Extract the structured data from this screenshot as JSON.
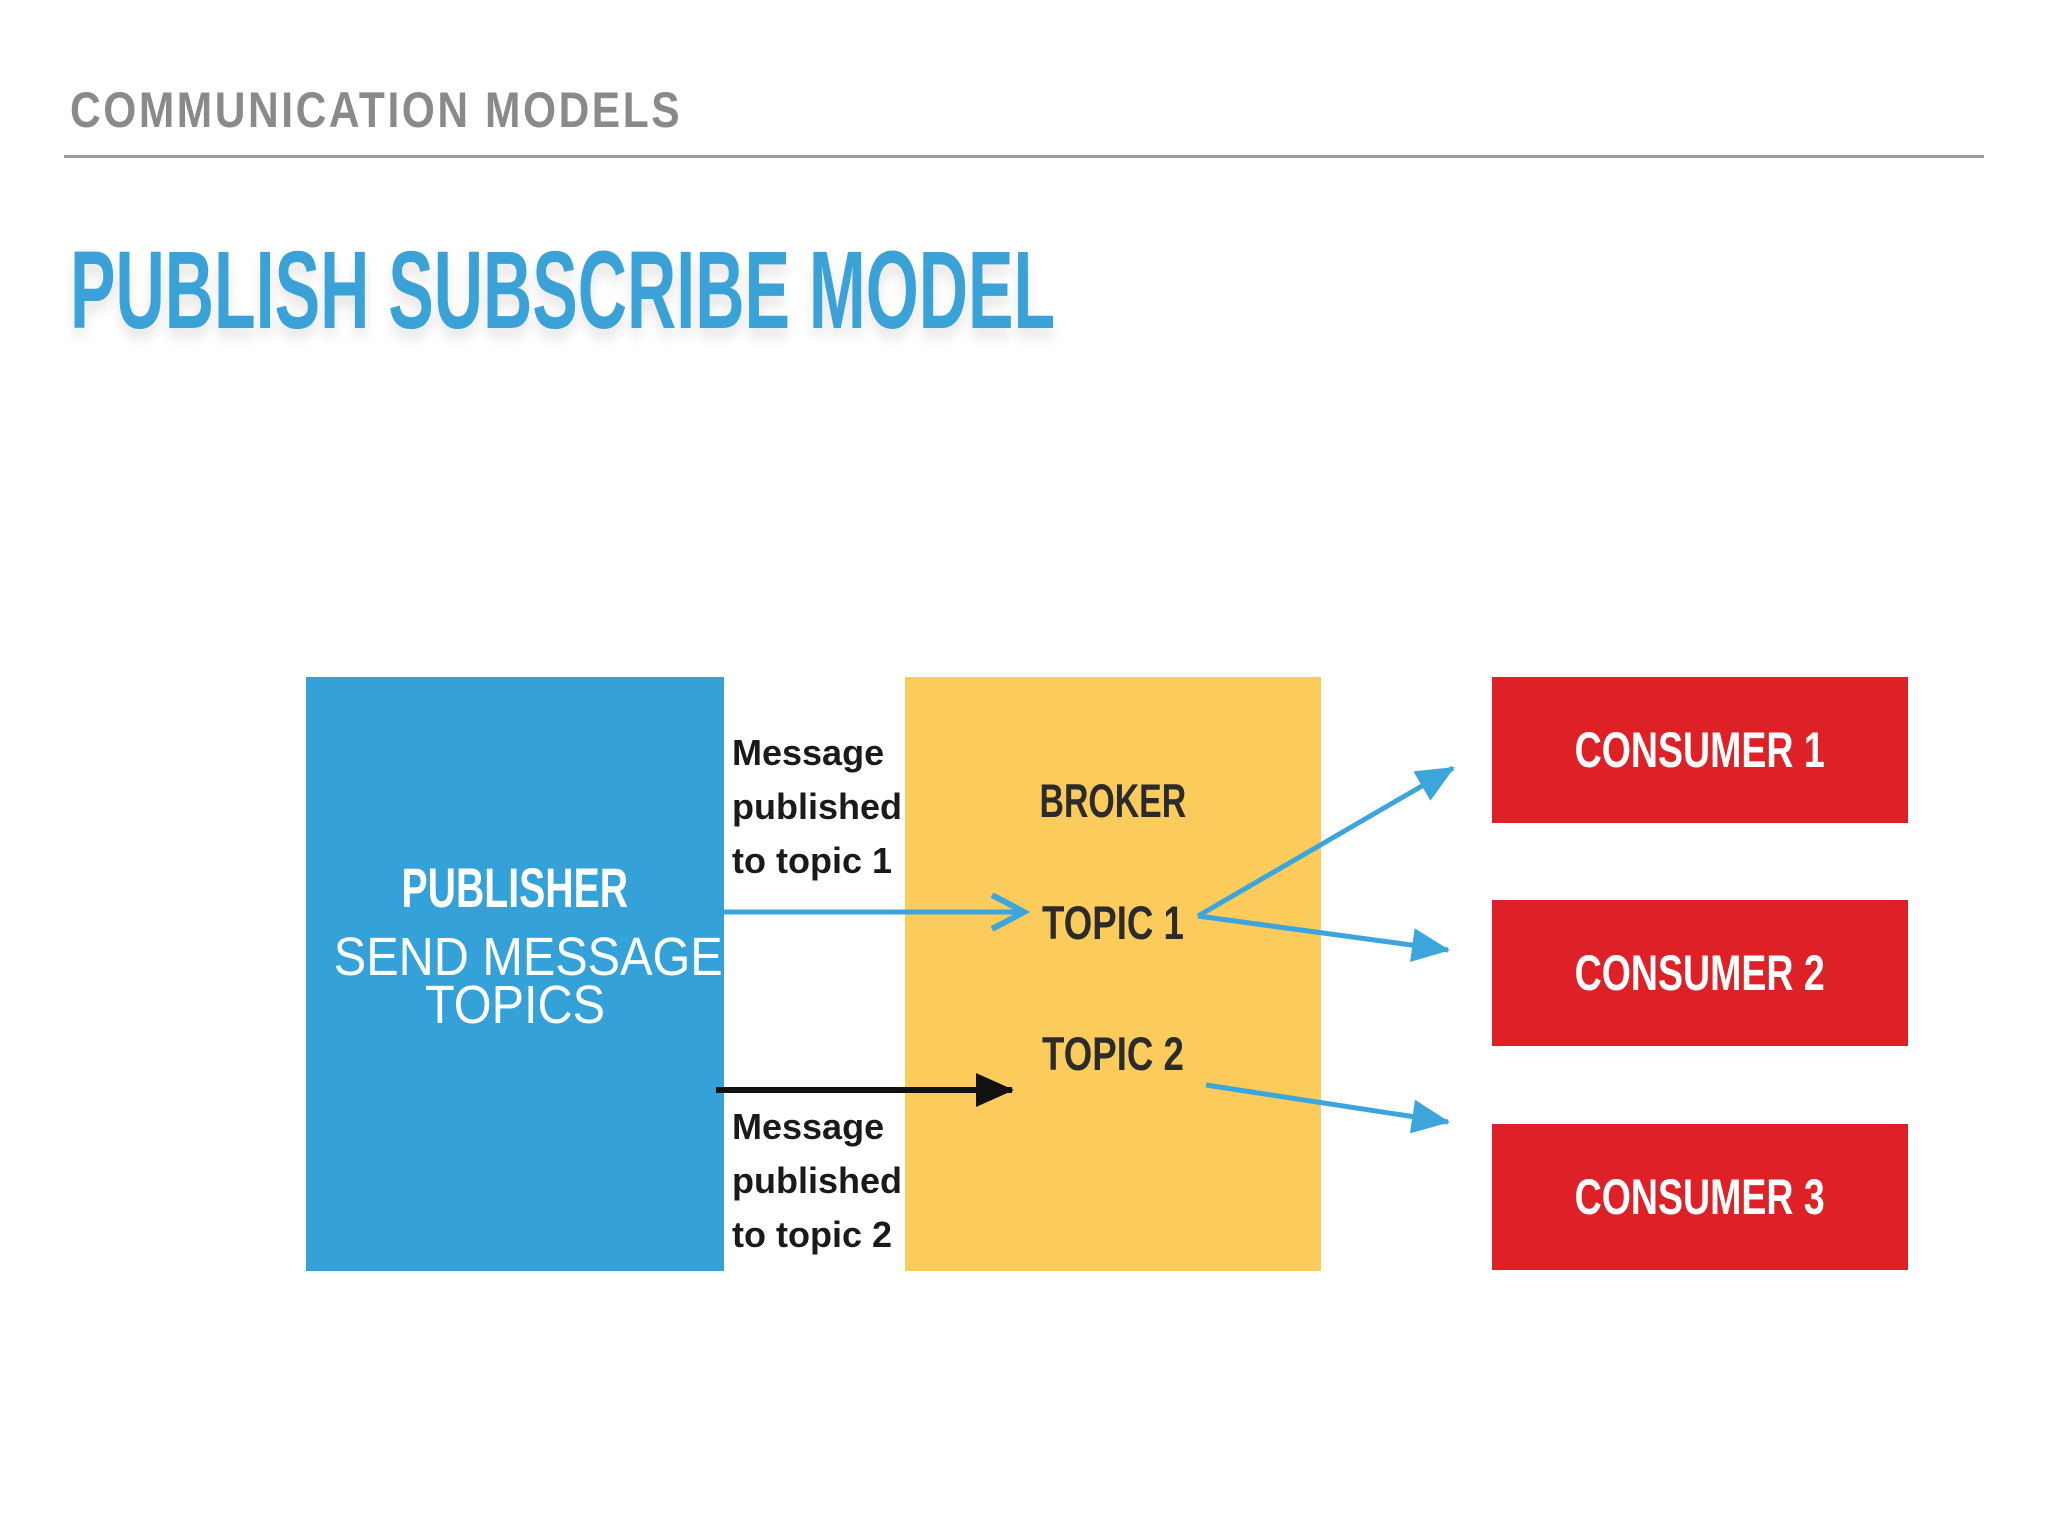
{
  "header": {
    "label": "COMMUNICATION MODELS"
  },
  "title": {
    "label": "PUBLISH SUBSCRIBE MODEL"
  },
  "colors": {
    "background": "#ffffff",
    "header_text": "#8a8a8a",
    "divider": "#9a9a9a",
    "title_text": "#3ba2d8",
    "publisher_box": "#34a2d8",
    "broker_box": "#fbcb5c",
    "consumer_box": "#de2127",
    "publisher_text": "#ffffff",
    "broker_text": "#2b2b2b",
    "consumer_text": "#ffffff",
    "annotation_text": "#1a1a1a",
    "arrow_blue": "#3ca6dc",
    "arrow_black": "#111111"
  },
  "diagram": {
    "publisher": {
      "title": "PUBLISHER",
      "subtitle": [
        "SEND MESSAGES TO",
        "TOPICS"
      ]
    },
    "broker": {
      "title": "BROKER",
      "topics": [
        {
          "label": "TOPIC 1"
        },
        {
          "label": "TOPIC 2"
        }
      ]
    },
    "consumers": [
      {
        "label": "CONSUMER 1"
      },
      {
        "label": "CONSUMER 2"
      },
      {
        "label": "CONSUMER 3"
      }
    ],
    "annotations": [
      {
        "lines": [
          "Message",
          "published",
          "to topic 1"
        ]
      },
      {
        "lines": [
          "Message",
          "published",
          "to topic 2"
        ]
      }
    ]
  }
}
